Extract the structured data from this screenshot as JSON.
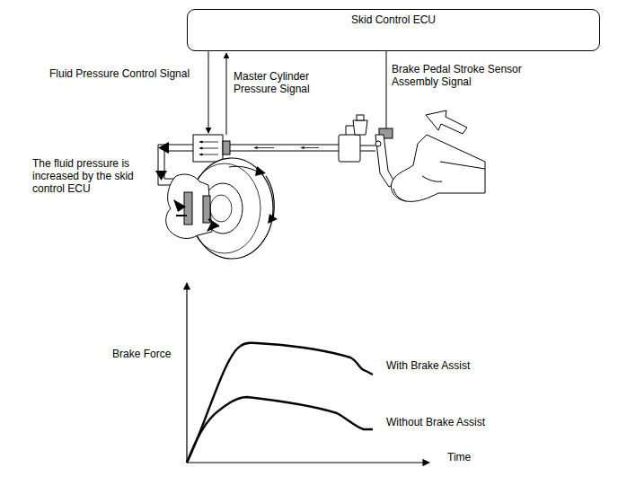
{
  "diagram": {
    "nodes": [
      {
        "text": [
          "Skid Control ECU"
        ]
      }
    ],
    "labels": [
      "Fluid Pressure Control Signal",
      "Master Cylinder Pressure Signal",
      "Brake Pedal Stroke Sensor Assembly Signal",
      "The fluid pressure is increased by the skid control ECU",
      "Brake Force",
      "With Brake Assist",
      "Without Brake Assist",
      "Time"
    ]
  }
}
